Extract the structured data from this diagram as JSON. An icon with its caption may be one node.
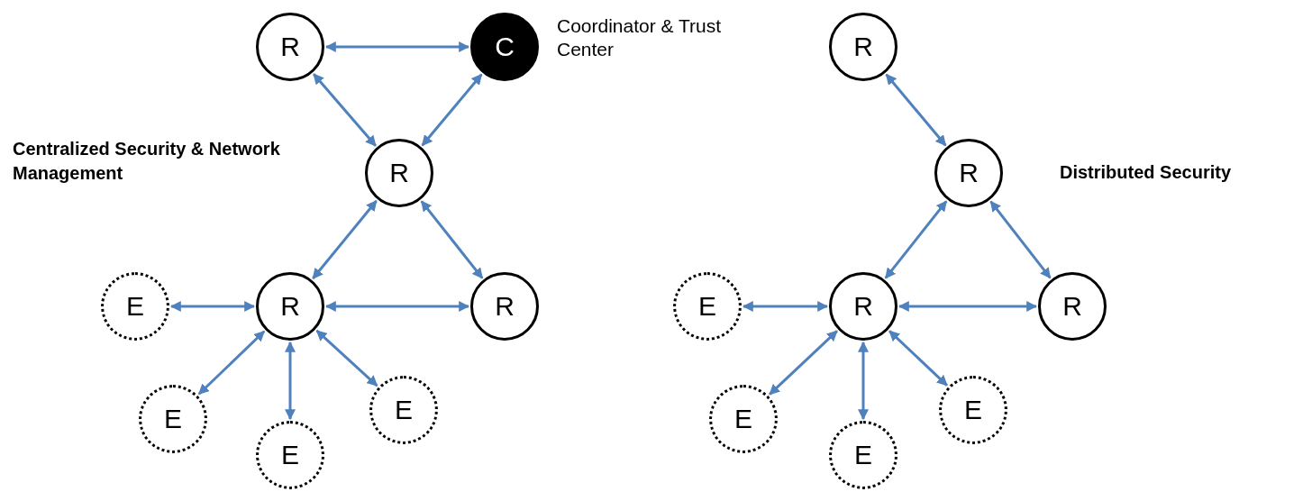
{
  "diagram": {
    "nodes": [
      {
        "text": [
          "R"
        ]
      },
      {
        "text": [
          "C"
        ],
        "beside": [
          "Coordinator & Trust Center"
        ]
      },
      {
        "text": [
          "R"
        ]
      },
      {
        "text": [
          "R"
        ]
      },
      {
        "text": [
          "R"
        ]
      },
      {
        "text": [
          "E"
        ]
      },
      {
        "text": [
          "E"
        ]
      },
      {
        "text": [
          "E"
        ]
      },
      {
        "text": [
          "E"
        ]
      },
      {
        "text": [
          "R"
        ]
      },
      {
        "text": [
          "R"
        ]
      },
      {
        "text": [
          "R"
        ]
      },
      {
        "text": [
          "R"
        ]
      },
      {
        "text": [
          "E"
        ]
      },
      {
        "text": [
          "E"
        ]
      },
      {
        "text": [
          "E"
        ]
      },
      {
        "text": [
          "E"
        ]
      }
    ],
    "edges": [
      {
        "from": 0,
        "to": 1,
        "arrow": "both"
      },
      {
        "from": 0,
        "to": 2,
        "arrow": "both"
      },
      {
        "from": 1,
        "to": 2,
        "arrow": "both"
      },
      {
        "from": 2,
        "to": 3,
        "arrow": "both"
      },
      {
        "from": 2,
        "to": 4,
        "arrow": "both"
      },
      {
        "from": 3,
        "to": 4,
        "arrow": "both"
      },
      {
        "from": 3,
        "to": 5,
        "arrow": "both"
      },
      {
        "from": 3,
        "to": 6,
        "arrow": "both"
      },
      {
        "from": 3,
        "to": 7,
        "arrow": "both"
      },
      {
        "from": 3,
        "to": 8,
        "arrow": "both"
      },
      {
        "from": 9,
        "to": 10,
        "arrow": "both"
      },
      {
        "from": 10,
        "to": 11,
        "arrow": "both"
      },
      {
        "from": 10,
        "to": 12,
        "arrow": "both"
      },
      {
        "from": 11,
        "to": 12,
        "arrow": "both"
      },
      {
        "from": 11,
        "to": 13,
        "arrow": "both"
      },
      {
        "from": 11,
        "to": 14,
        "arrow": "both"
      },
      {
        "from": 11,
        "to": 15,
        "arrow": "both"
      },
      {
        "from": 11,
        "to": 16,
        "arrow": "both"
      }
    ],
    "labels": [
      "Centralized Security & Network Management",
      "Distributed Security"
    ]
  }
}
